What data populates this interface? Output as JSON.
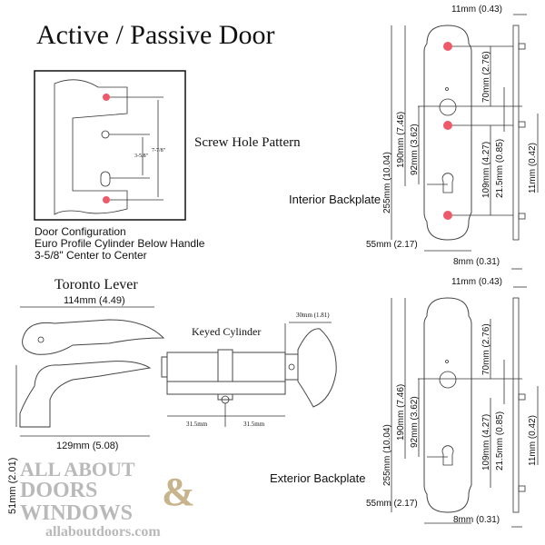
{
  "title": "Active / Passive Door",
  "screw_pattern": {
    "label": "Screw Hole Pattern",
    "dim_outer": "7-7/8\"",
    "dim_inner": "3-5/8\""
  },
  "door_config": {
    "line1": "Door Configuration",
    "line2": "Euro Profile Cylinder Below Handle",
    "line3": "3-5/8\" Center to Center"
  },
  "interior": {
    "label": "Interior Backplate",
    "dims": {
      "top_depth": "11mm (0.43)",
      "height": "255mm (10.04)",
      "screw_span": "190mm (7.46)",
      "c2c": "92mm (3.62)",
      "top_to_handle": "70mm (2.76)",
      "handle_to_bottom": "109mm (4.27)",
      "offset": "21.5mm (0.85)",
      "post": "11mm (0.42)",
      "width": "55mm (2.17)",
      "thickness": "8mm (0.31)"
    }
  },
  "exterior": {
    "label": "Exterior Backplate",
    "dims": {
      "top_depth": "11mm (0.43)",
      "height": "255mm (10.04)",
      "screw_span": "190mm (7.46)",
      "c2c": "92mm (3.62)",
      "top_to_handle": "70mm (2.76)",
      "handle_to_bottom": "109mm (4.27)",
      "offset": "21.5mm (0.85)",
      "post": "11mm (0.42)",
      "width": "55mm (2.17)",
      "thickness": "8mm (0.31)"
    }
  },
  "lever": {
    "label": "Toronto Lever",
    "top_length": "114mm (4.49)",
    "length": "129mm (5.08)",
    "projection": "51mm (2.01)"
  },
  "cylinder": {
    "label": "Keyed Cylinder",
    "knob": "30mm (1.81)",
    "left": "31.5mm",
    "right": "31.5mm"
  },
  "logo": {
    "line1": "ALL ABOUT",
    "line2": "DOORS",
    "amp": "&",
    "line3": "WINDOWS",
    "url": "allaboutdoors.com"
  }
}
